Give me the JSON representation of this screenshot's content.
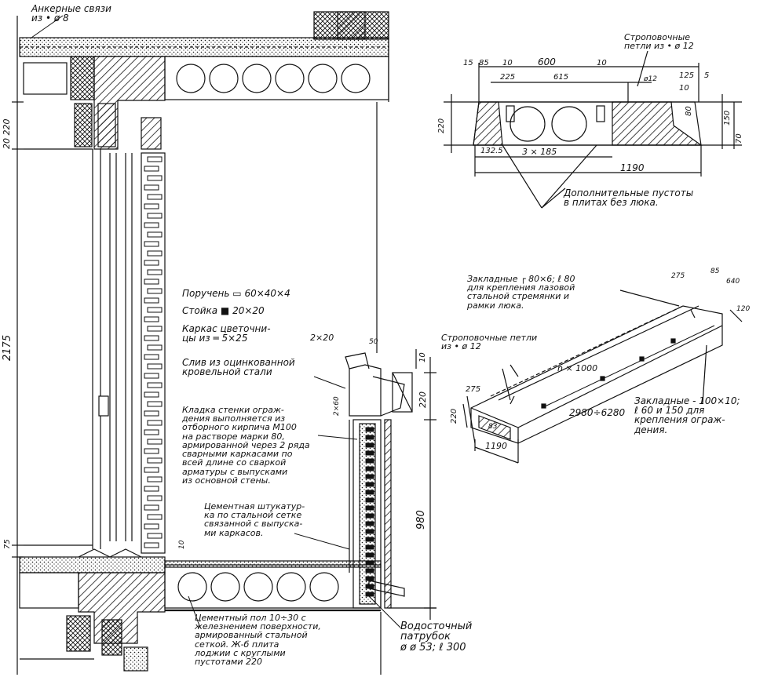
{
  "notes": {
    "anchor_ties": "Анкерные связи\nиз • ø 8",
    "handrail": "Поручень ▭ 60×40×4",
    "post": "Стойка ■ 20×20",
    "flowerbox": "Каркас цветочни-\nцы из ═ 5×25",
    "flowerbox_dim": "2×20",
    "drip": "Слив из оцинкованной\nкровельной стали",
    "masonry": "Кладка стенки ограж-\nдения выполняется из\nотборного кирпича М100\nна растворе марки 80,\nармированной через 2 ряда\nсварными каркасами по\nвсей длине со сваркой\nарматуры с выпусками\nиз основной стены.",
    "plaster": "Цементная штукатур-\nка по стальной сетке\nсвязанной с выпуска-\nми каркасов.",
    "floor": "Цементный пол 10÷30 с\nжелезнением поверхности,\nармированный стальной\nсеткой. Ж-б плита\nлоджии с круглыми\nпустотами 220",
    "drain": "Водосточный\nпатрубок\nø ø 53; ℓ 300",
    "slings_top": "Строповочные\nпетли из • ø 12",
    "extra_voids": "Дополнительные пустоты\nв плитах без люка.",
    "embedded_angle": "Закладные ┌ 80×6; ℓ 80\nдля крепления лазовой\nстальной стремянки и\nрамки люка.",
    "slings_iso": "Строповочные петли\nиз • ø 12",
    "embedded_plate": "Закладные - 100×10;\nℓ 60 и 150 для\nкрепления ограж-\nдения."
  },
  "dims": {
    "d15": "15",
    "d85": "85",
    "d10a": "10",
    "d600": "600",
    "d10b": "10",
    "d225": "225",
    "d615": "615",
    "d12": "ø12",
    "d125": "125",
    "d5": "5",
    "d10c": "10",
    "d220s": "220",
    "d80": "80",
    "d150": "150",
    "d70": "70",
    "d1325": "132.5",
    "d3x185": "3 × 185",
    "d1190s": "1190",
    "d20220": "20 220",
    "d2175": "2175",
    "d75": "75",
    "d10l": "10",
    "d2x60": "2×60",
    "d50": "50",
    "d10r": "10",
    "d220r": "220",
    "d980": "980",
    "d275": "275",
    "d85i": "85",
    "d640": "640",
    "d120": "120",
    "d275b": "275",
    "d220i": "220",
    "d1190i": "1190",
    "dn1000": "n × 1000",
    "d2980": "2980÷6280",
    "d83": "83"
  }
}
